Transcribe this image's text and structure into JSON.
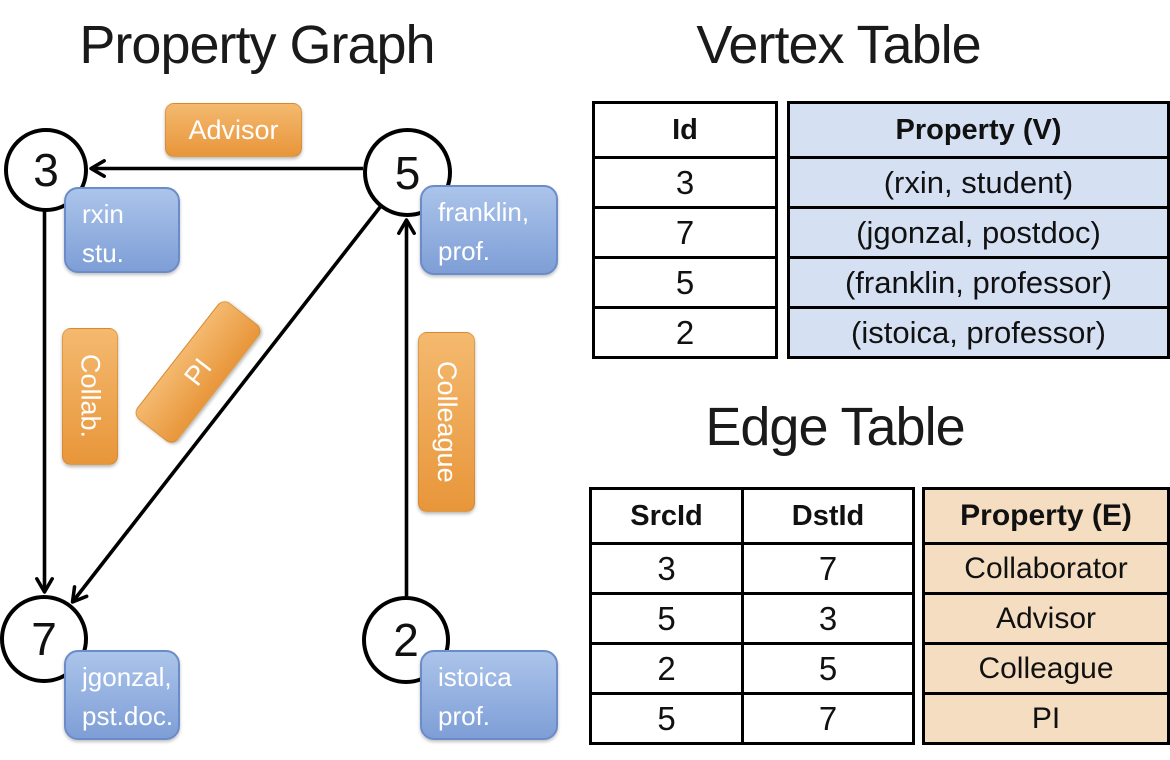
{
  "graph": {
    "title": "Property Graph",
    "nodes": [
      {
        "id": "3",
        "property_lines": [
          "rxin",
          "stu."
        ]
      },
      {
        "id": "5",
        "property_lines": [
          "franklin,",
          "prof."
        ]
      },
      {
        "id": "7",
        "property_lines": [
          "jgonzal,",
          "pst.doc."
        ]
      },
      {
        "id": "2",
        "property_lines": [
          "istoica",
          "prof."
        ]
      }
    ],
    "edges": [
      {
        "src": "5",
        "dst": "3",
        "label": "Advisor"
      },
      {
        "src": "3",
        "dst": "7",
        "label": "Collab."
      },
      {
        "src": "5",
        "dst": "7",
        "label": "PI"
      },
      {
        "src": "2",
        "dst": "5",
        "label": "Colleague"
      }
    ]
  },
  "vertex_table": {
    "title": "Vertex Table",
    "headers": {
      "id": "Id",
      "property": "Property (V)"
    },
    "rows": [
      {
        "id": "3",
        "property": "(rxin, student)"
      },
      {
        "id": "7",
        "property": "(jgonzal, postdoc)"
      },
      {
        "id": "5",
        "property": "(franklin, professor)"
      },
      {
        "id": "2",
        "property": "(istoica, professor)"
      }
    ]
  },
  "edge_table": {
    "title": "Edge Table",
    "headers": {
      "src": "SrcId",
      "dst": "DstId",
      "property": "Property (E)"
    },
    "rows": [
      {
        "src": "3",
        "dst": "7",
        "property": "Collaborator"
      },
      {
        "src": "5",
        "dst": "3",
        "property": "Advisor"
      },
      {
        "src": "2",
        "dst": "5",
        "property": "Colleague"
      },
      {
        "src": "5",
        "dst": "7",
        "property": "PI"
      }
    ]
  },
  "colors": {
    "edge_label_gradient_top": "#f4b96f",
    "edge_label_gradient_bottom": "#e8963a",
    "vertex_label_gradient_top": "#abc4ea",
    "vertex_label_gradient_bottom": "#7e9ed6",
    "vertex_label_border": "#6b8cc8",
    "vertex_property_cell": "#d6e0f3",
    "edge_property_cell": "#f4ddc1",
    "table_border": "#000000"
  }
}
